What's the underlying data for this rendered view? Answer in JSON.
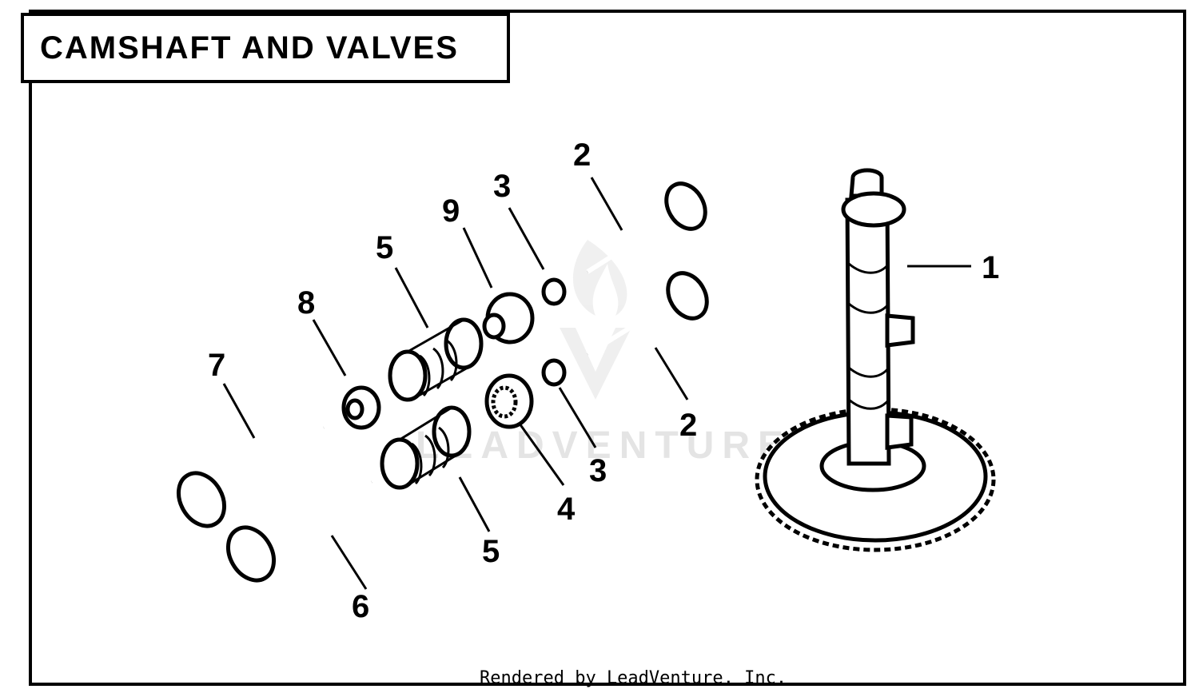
{
  "diagram": {
    "title": "CAMSHAFT AND VALVES",
    "credit": "Rendered by LeadVenture, Inc.",
    "watermark": "LEADVENTURE",
    "callouts": [
      "1",
      "2",
      "2",
      "3",
      "3",
      "4",
      "5",
      "5",
      "6",
      "7",
      "8",
      "9"
    ]
  }
}
